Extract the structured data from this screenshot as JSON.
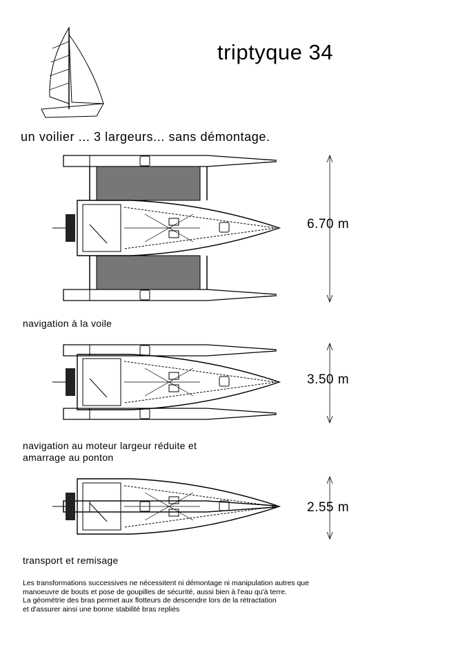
{
  "title": "triptyque 34",
  "subtitle": "un voilier ... 3 largeurs... sans démontage.",
  "configurations": [
    {
      "width": "6.70 m",
      "label_lines": [
        "navigation à la voile"
      ]
    },
    {
      "width": "3.50 m",
      "label_lines": [
        "navigation au moteur largeur réduite et",
        "amarrage au ponton"
      ]
    },
    {
      "width": "2.55 m",
      "label_lines": [
        "transport et remisage"
      ]
    }
  ],
  "note_lines": [
    "Les transformations successives ne nécessitent ni démontage ni manipulation autres que",
    "manoeuvre de bouts et pose de goupilles de sécurité, aussi bien à l'eau qu'à terre.",
    "La géométrie des bras permet aux flotteurs de descendre lors de la rétractation",
    "et d'assurer ainsi une bonne stabilité bras repliés"
  ]
}
